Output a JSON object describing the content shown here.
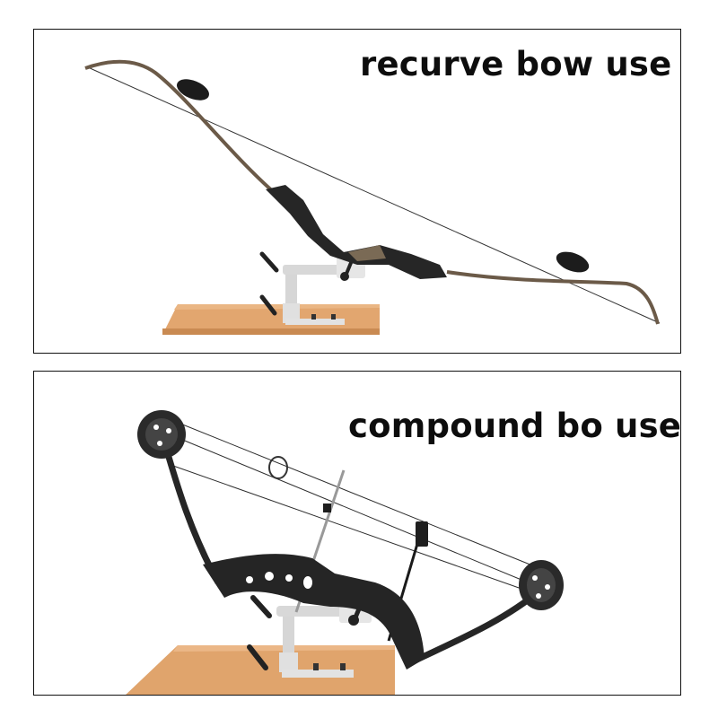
{
  "panels": [
    {
      "heading": "recurve bow use",
      "subject": "recurve-bow",
      "fixture": "bow-vise-clamp-on-wood-table"
    },
    {
      "heading": "compound bo use",
      "subject": "compound-bow",
      "fixture": "bow-vise-clamp-on-wood-table"
    }
  ],
  "colors": {
    "border": "#111111",
    "text": "#0d0d0d",
    "background": "#ffffff",
    "wood": "#e0a46c",
    "vise": "#d9d9d9",
    "bow": "#2a2a2a"
  }
}
